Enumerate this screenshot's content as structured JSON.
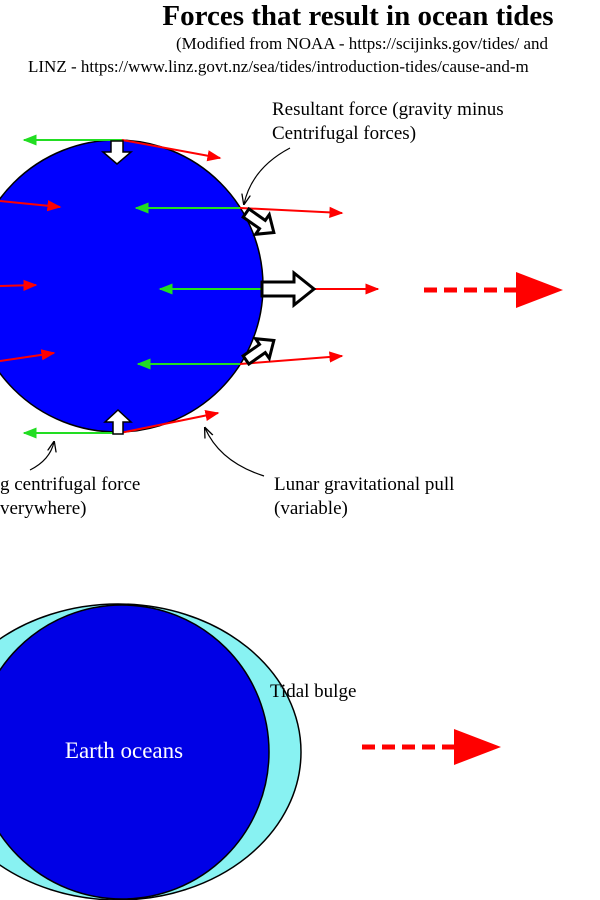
{
  "title": "Forces that result in ocean tides",
  "subtitle_line1": "(Modified from NOAA - https://scijinks.gov/tides/ and",
  "subtitle_line2": "LINZ - https://www.linz.govt.nz/sea/tides/introduction-tides/cause-and-m",
  "labels": {
    "resultant_line1": "Resultant force (gravity minus",
    "resultant_line2": "Centrifugal forces)",
    "centrifugal_line1": "g centrifugal force",
    "centrifugal_line2": "verywhere)",
    "lunar_line1": "Lunar gravitational pull",
    "lunar_line2": "(variable)",
    "tidal_bulge": "Tidal bulge",
    "earth_oceans": "Earth oceans"
  },
  "colors": {
    "earth_blue": "#0000ff",
    "earth_dark_blue": "#0000e6",
    "bulge_cyan": "#88f2f2",
    "gravity_red": "#ff0000",
    "centrifugal_green": "#22dd22",
    "resultant_outline": "#000000",
    "resultant_fill": "#ffffff"
  }
}
